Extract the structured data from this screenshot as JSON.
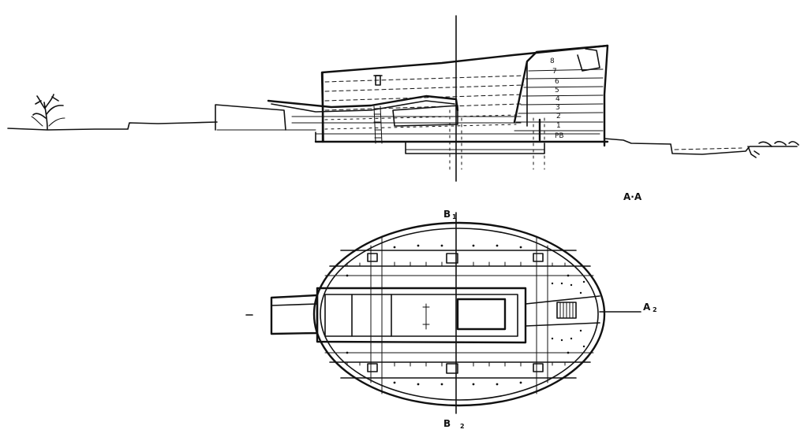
{
  "section": {
    "title": "A·A",
    "floor_labels": [
      "8",
      "7",
      "6",
      "5",
      "4",
      "3",
      "2",
      "1",
      "PB"
    ]
  },
  "plan": {
    "cut_b_top": "B",
    "cut_b_top_sub": "1",
    "cut_b_bottom": "B",
    "cut_b_bottom_sub": "2",
    "cut_a": "A",
    "cut_a_sub": "2"
  }
}
